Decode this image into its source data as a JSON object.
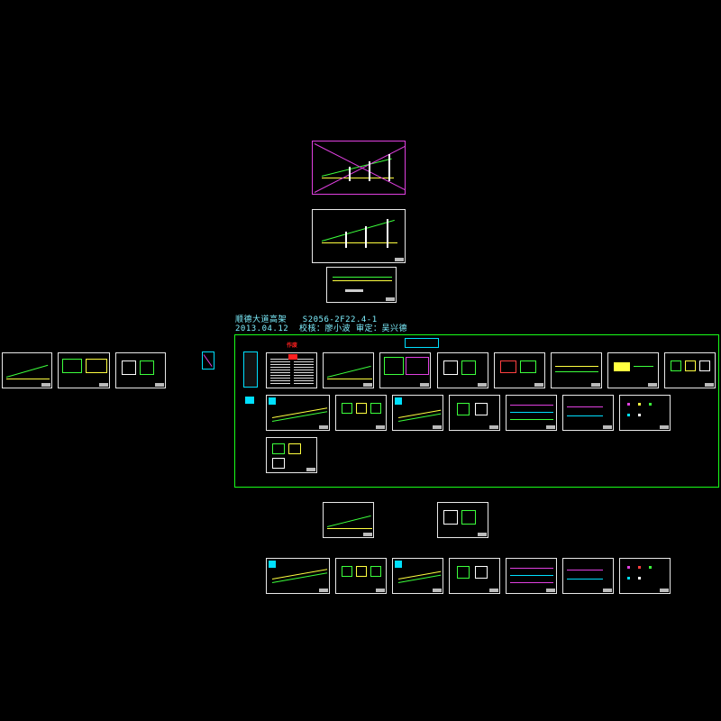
{
  "drawing_header": {
    "line1_label": "顺德大道高架",
    "line1_code": "S2056-2F22.4-1",
    "line2_date": "2013.04.12",
    "line2_rest": "校核：廖小波  审定：吴兴德"
  },
  "stamp_text": "作废",
  "colors": {
    "background": "#000000",
    "sheet_border": "#e8e8e8",
    "group_frame": "#19ff19",
    "header_text": "#7ef0ff",
    "stamp": "#ff2020",
    "magenta_border": "#e040e0"
  }
}
